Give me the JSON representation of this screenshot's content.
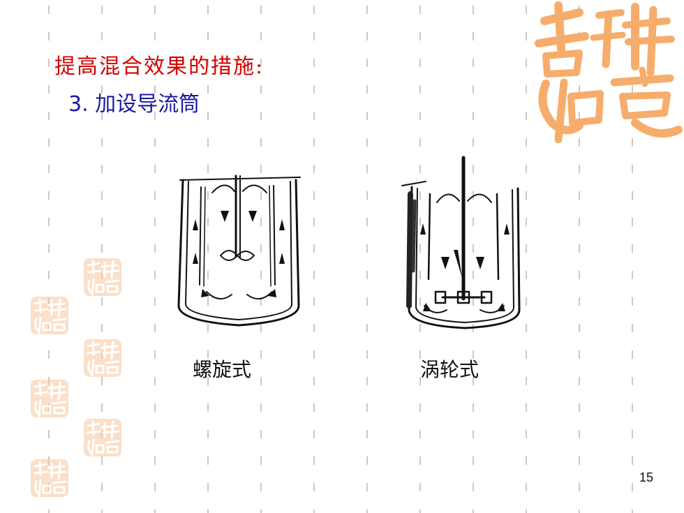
{
  "slide": {
    "title": "提高混合效果的措施:",
    "item_number": "3.",
    "item_text": " 加设导流筒",
    "figures": [
      {
        "caption": "螺旋式"
      },
      {
        "caption": "涡轮式"
      }
    ],
    "page_number": "15"
  },
  "colors": {
    "title": "#d40000",
    "subtitle": "#1a1aa0",
    "seal": "#f6ad6c",
    "grid": "#c9c9c9"
  }
}
